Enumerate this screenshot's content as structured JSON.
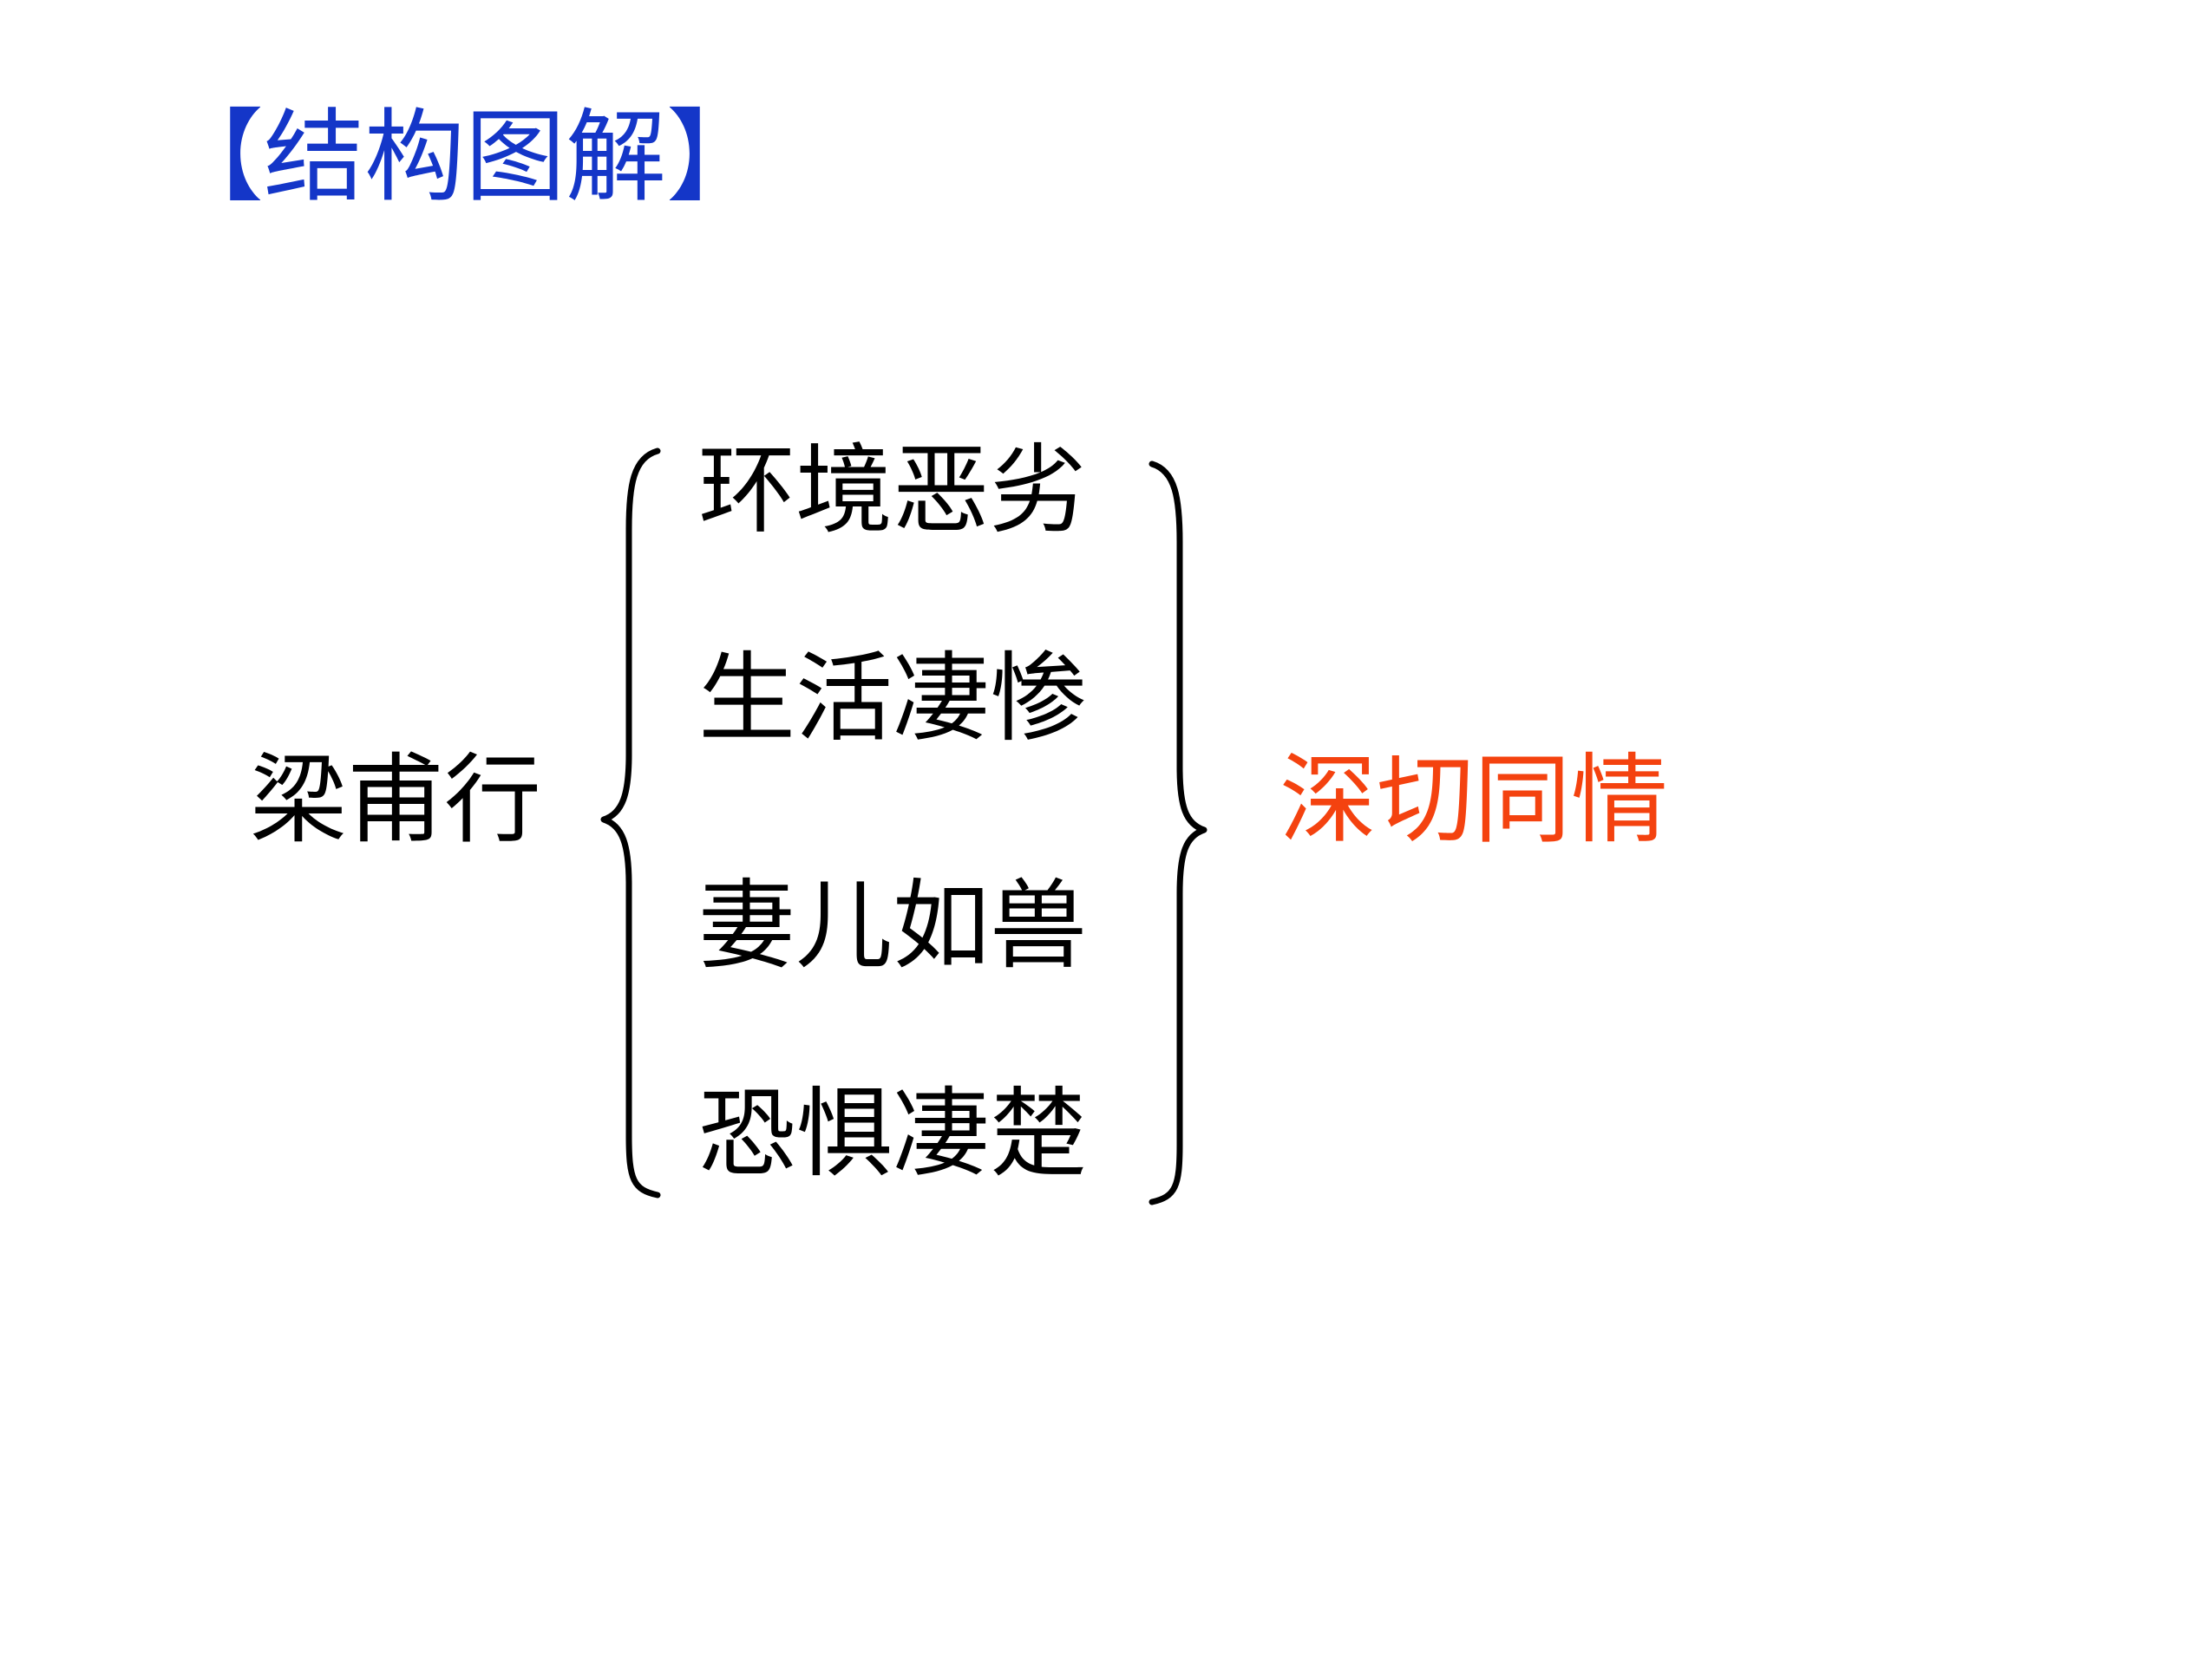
{
  "title": "【结构图解】",
  "root": "梁甫行",
  "items": [
    "环境恶劣",
    "生活凄惨",
    "妻儿如兽",
    "恐惧凄楚"
  ],
  "conclusion": "深切同情",
  "colors": {
    "title": "#1436c8",
    "text": "#000000",
    "conclusion": "#f4420f",
    "bracket": "#000000"
  }
}
